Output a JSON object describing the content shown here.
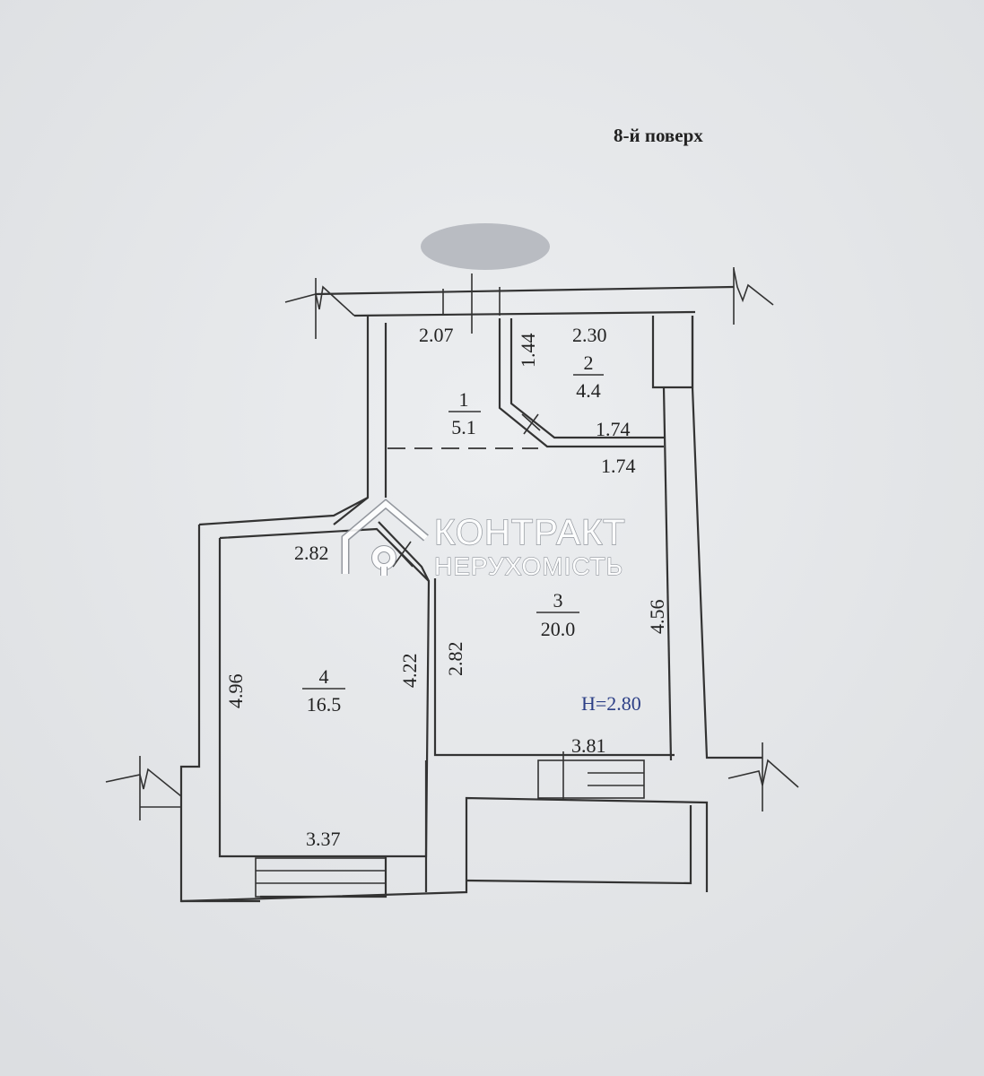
{
  "floor_title": "8-й поверх",
  "height_label": "H=2.80",
  "rooms": [
    {
      "number": "1",
      "area": "5.1"
    },
    {
      "number": "2",
      "area": "4.4"
    },
    {
      "number": "3",
      "area": "20.0"
    },
    {
      "number": "4",
      "area": "16.5"
    }
  ],
  "dimensions": {
    "hall_width": "2.07",
    "bath_width": "2.30",
    "bath_depth": "1.44",
    "bath_bottom_inner": "1.74",
    "bath_bottom_outer": "1.74",
    "bedroom_top": "2.82",
    "bedroom_left": "4.96",
    "bedroom_right": "4.22",
    "bedroom_bottom": "3.37",
    "kitchen_left": "2.82",
    "kitchen_right": "4.56",
    "kitchen_bottom": "3.81"
  },
  "watermark": {
    "title": "КОНТРАКТ",
    "subtitle": "НЕРУХОМІСТЬ"
  },
  "colors": {
    "paper": "#e6e8ea",
    "lines": "#333333",
    "height_label": "#2c3f86",
    "redaction": "#b9bcc2"
  }
}
